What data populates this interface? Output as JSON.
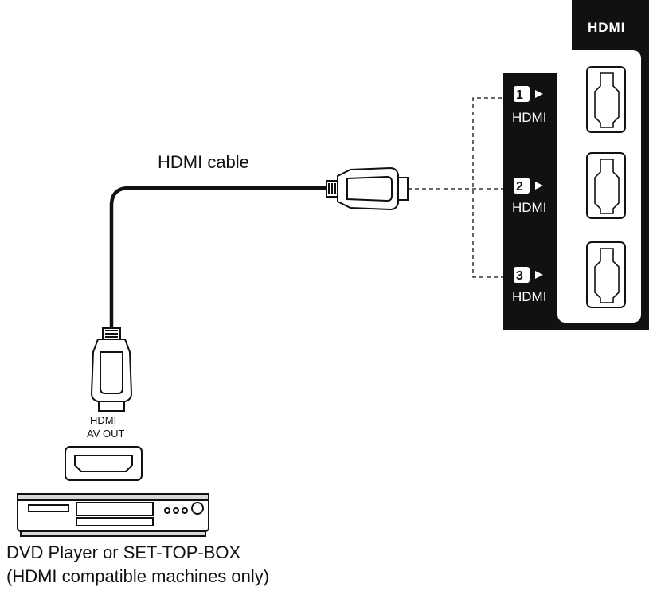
{
  "tv_panel": {
    "logo": "HDMI",
    "ports": [
      {
        "number": "1",
        "label": "HDMI"
      },
      {
        "number": "2",
        "label": "HDMI"
      },
      {
        "number": "3",
        "label": "HDMI"
      }
    ]
  },
  "cable": {
    "label": "HDMI cable"
  },
  "source_device": {
    "port_label_line1": "HDMI",
    "port_label_line2": "AV OUT",
    "caption_line1": "DVD Player or SET-TOP-BOX",
    "caption_line2": "(HDMI compatible machines only)"
  },
  "colors": {
    "panel": "#111111",
    "line": "#111111",
    "background": "#ffffff"
  }
}
